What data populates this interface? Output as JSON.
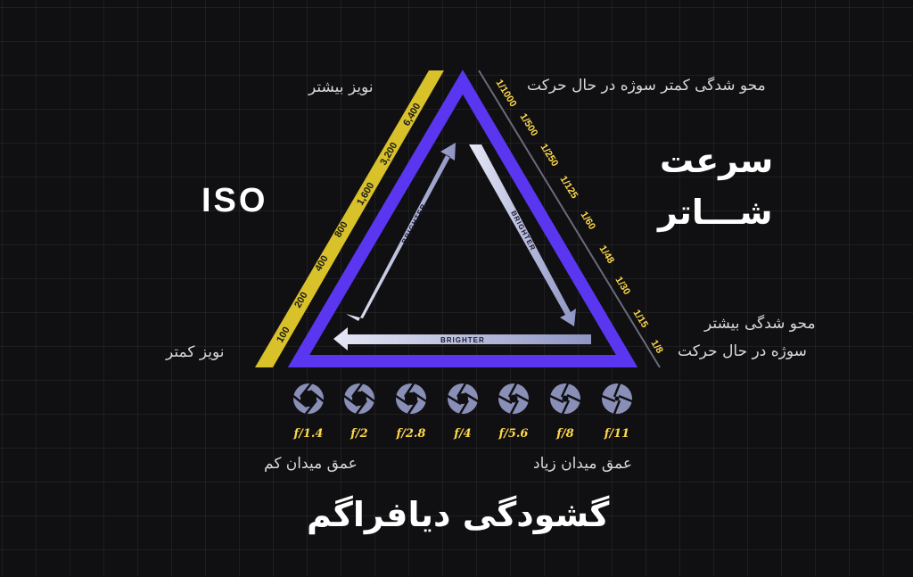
{
  "iso": {
    "title": "ISO",
    "values": [
      "100",
      "200",
      "400",
      "800",
      "1,600",
      "3,200",
      "6,400"
    ],
    "note_high": "نویز بیشتر",
    "note_low": "نویز کمتر"
  },
  "shutter": {
    "title_line1": "سرعت",
    "title_line2": "شـــاتر",
    "values": [
      "1/1000",
      "1/500",
      "1/250",
      "1/125",
      "1/60",
      "1/48",
      "1/30",
      "1/15",
      "1/8"
    ],
    "note_fast": "محو شدگی کمتر سوژه در حال حرکت",
    "note_slow_line1": "محو شدگی بیشتر",
    "note_slow_line2": "سوژه در حال حرکت"
  },
  "aperture": {
    "title": "گشودگی دیافراگم",
    "values": [
      "f/1.4",
      "f/2",
      "f/2.8",
      "f/4",
      "f/5.6",
      "f/8",
      "f/11"
    ],
    "note_shallow": "عمق میدان کم",
    "note_deep": "عمق میدان زیاد"
  },
  "arrows": {
    "left": "BRIGHTER",
    "right": "BRIGHTER",
    "bottom": "BRIGHTER"
  },
  "colors": {
    "triangle": "#5b36f0",
    "iso_band": "#d9c12a",
    "value_text": "#ffd84a",
    "arrow": "#b9bedd",
    "icon": "#8a8fb8"
  }
}
